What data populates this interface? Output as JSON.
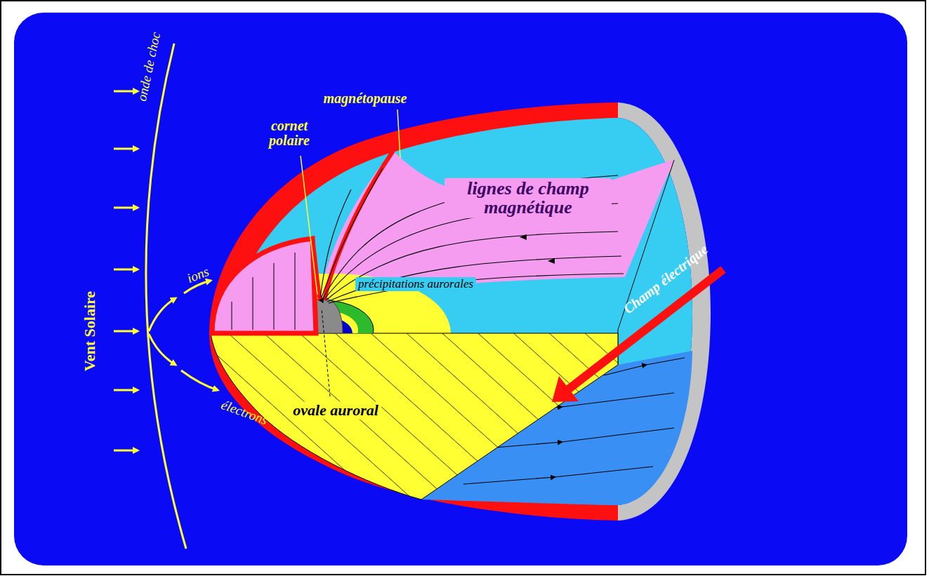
{
  "diagram": {
    "labels": [
      "Vent Solaire",
      "onde de choc",
      "ions",
      "électrons",
      "magnétopause",
      "cornet polaire",
      "lignes de champ magnétique",
      "précipitations aurorales",
      "ovale auroral",
      "Champ électrique"
    ]
  }
}
